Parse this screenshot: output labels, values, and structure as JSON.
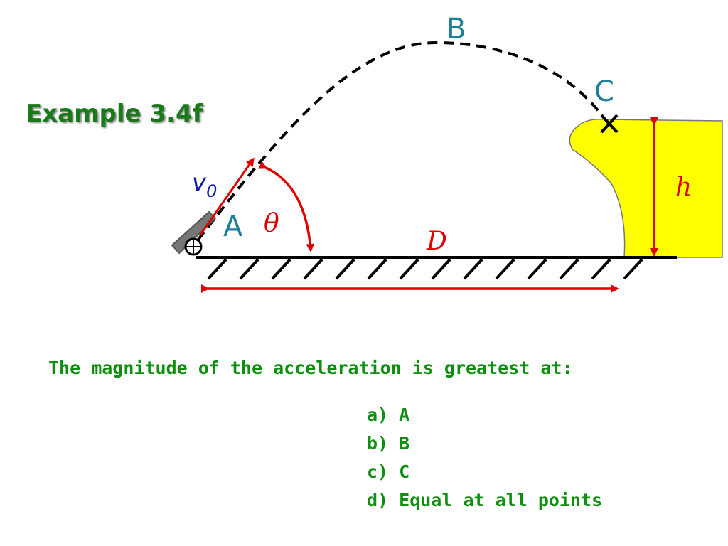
{
  "title": "Example 3.4f",
  "diagram": {
    "points": {
      "A": "A",
      "B": "B",
      "C": "C"
    },
    "velocity": {
      "base": "v",
      "subscript": "0"
    },
    "angle": "θ",
    "distance": "D",
    "height": "h",
    "colors": {
      "arrows": "#e00000",
      "points": "#1f7f9b",
      "velocity": "#0b1fa8",
      "cliff": "#ffff00",
      "title": "#1a7a1a",
      "text": "#0f8f0f"
    }
  },
  "question": "The magnitude of the acceleration is greatest at:",
  "options": [
    "a) A",
    "b) B",
    "c) C",
    "d) Equal at all points"
  ]
}
